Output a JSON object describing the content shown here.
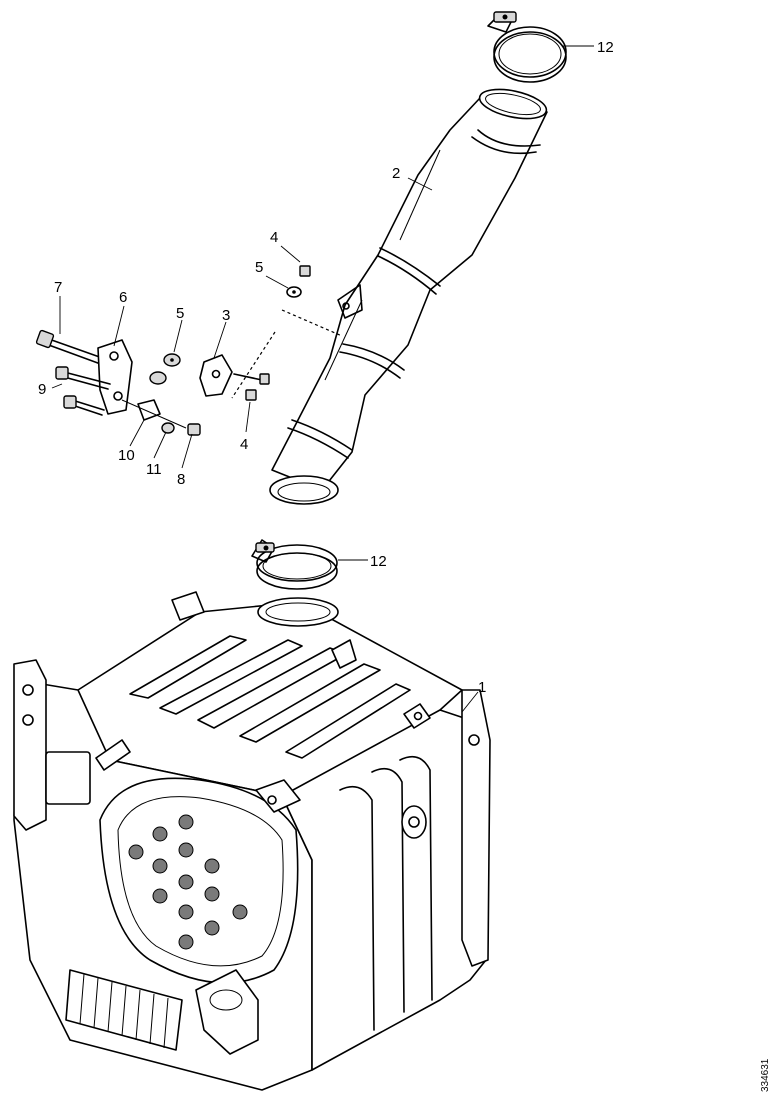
{
  "diagram": {
    "document_id": "334631",
    "part_numbers": [
      {
        "key": "p12_top",
        "text": "12"
      },
      {
        "key": "p2",
        "text": "2"
      },
      {
        "key": "p4_top",
        "text": "4"
      },
      {
        "key": "p5_top",
        "text": "5"
      },
      {
        "key": "p7",
        "text": "7"
      },
      {
        "key": "p6",
        "text": "6"
      },
      {
        "key": "p5_mid",
        "text": "5"
      },
      {
        "key": "p3",
        "text": "3"
      },
      {
        "key": "p9",
        "text": "9"
      },
      {
        "key": "p4_mid",
        "text": "4"
      },
      {
        "key": "p10",
        "text": "10"
      },
      {
        "key": "p11",
        "text": "11"
      },
      {
        "key": "p8",
        "text": "8"
      },
      {
        "key": "p12_bottom",
        "text": "12"
      },
      {
        "key": "p1",
        "text": "1"
      }
    ]
  }
}
